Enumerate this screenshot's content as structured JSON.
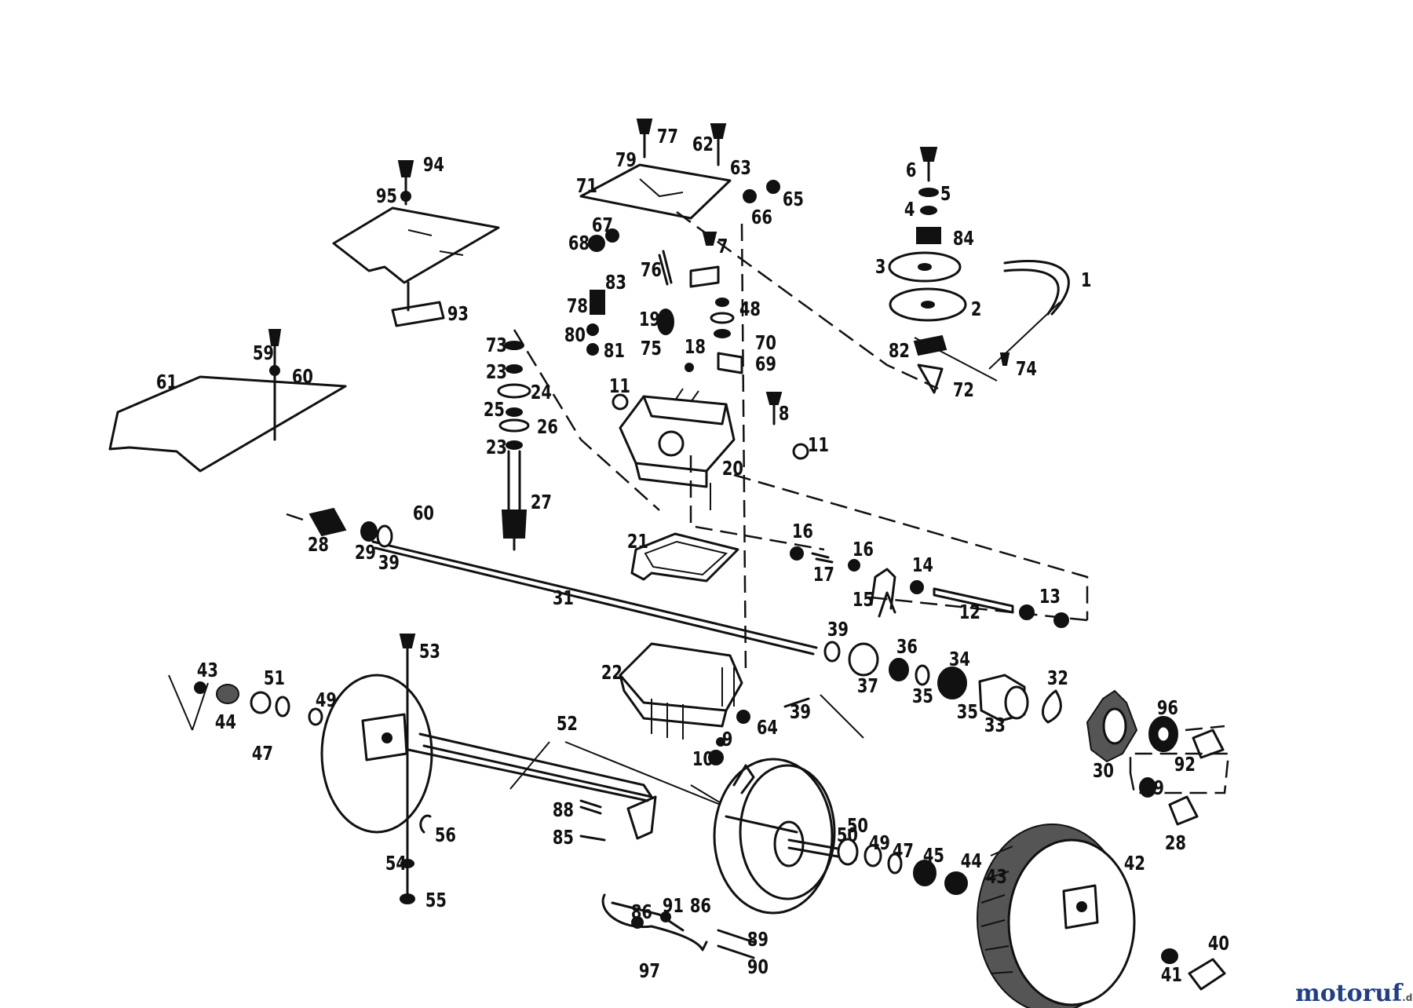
{
  "watermark": {
    "main": "motoruf",
    "suffix": ".de"
  },
  "labels": [
    "77",
    "62",
    "79",
    "63",
    "71",
    "65",
    "66",
    "67",
    "68",
    "7",
    "6",
    "5",
    "4",
    "84",
    "3",
    "1",
    "2",
    "82",
    "74",
    "72",
    "94",
    "95",
    "93",
    "76",
    "83",
    "78",
    "19",
    "48",
    "80",
    "81",
    "70",
    "75",
    "18",
    "69",
    "73",
    "23",
    "24",
    "25",
    "26",
    "11",
    "8",
    "20",
    "59",
    "60",
    "61",
    "27",
    "28",
    "29",
    "39",
    "31",
    "21",
    "16",
    "17",
    "15",
    "14",
    "12",
    "13",
    "53",
    "22",
    "36",
    "34",
    "37",
    "35",
    "33",
    "32",
    "30",
    "96",
    "92",
    "43",
    "51",
    "44",
    "47",
    "49",
    "52",
    "64",
    "9",
    "10",
    "88",
    "85",
    "56",
    "54",
    "55",
    "50",
    "45",
    "42",
    "86",
    "91",
    "97",
    "89",
    "90",
    "40",
    "41"
  ]
}
